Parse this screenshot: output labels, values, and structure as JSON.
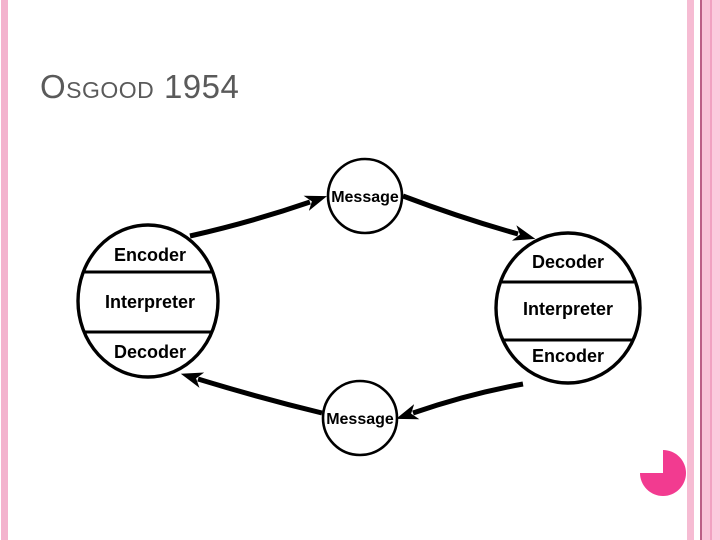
{
  "slide": {
    "title": "Osgood 1954"
  },
  "diagram": {
    "left_node": {
      "sections": [
        "Encoder",
        "Interpreter",
        "Decoder"
      ]
    },
    "right_node": {
      "sections": [
        "Decoder",
        "Interpreter",
        "Encoder"
      ]
    },
    "top_node": {
      "label": "Message"
    },
    "bottom_node": {
      "label": "Message"
    },
    "edges": [
      {
        "from": "left_node",
        "to": "top_node"
      },
      {
        "from": "top_node",
        "to": "right_node"
      },
      {
        "from": "right_node",
        "to": "bottom_node"
      },
      {
        "from": "bottom_node",
        "to": "left_node"
      }
    ]
  },
  "colors": {
    "title_gray": "#5a5a5a",
    "edge_stripe_light_pink": "#f6bcd3",
    "edge_stripe_dark_rose": "#bb5e86",
    "edge_stripe_medium_pink": "#f0a1c1",
    "corner_ornament_pink": "#f23b90",
    "diagram_ink": "#000000",
    "footer_line_gray": "#8f8f8f"
  }
}
